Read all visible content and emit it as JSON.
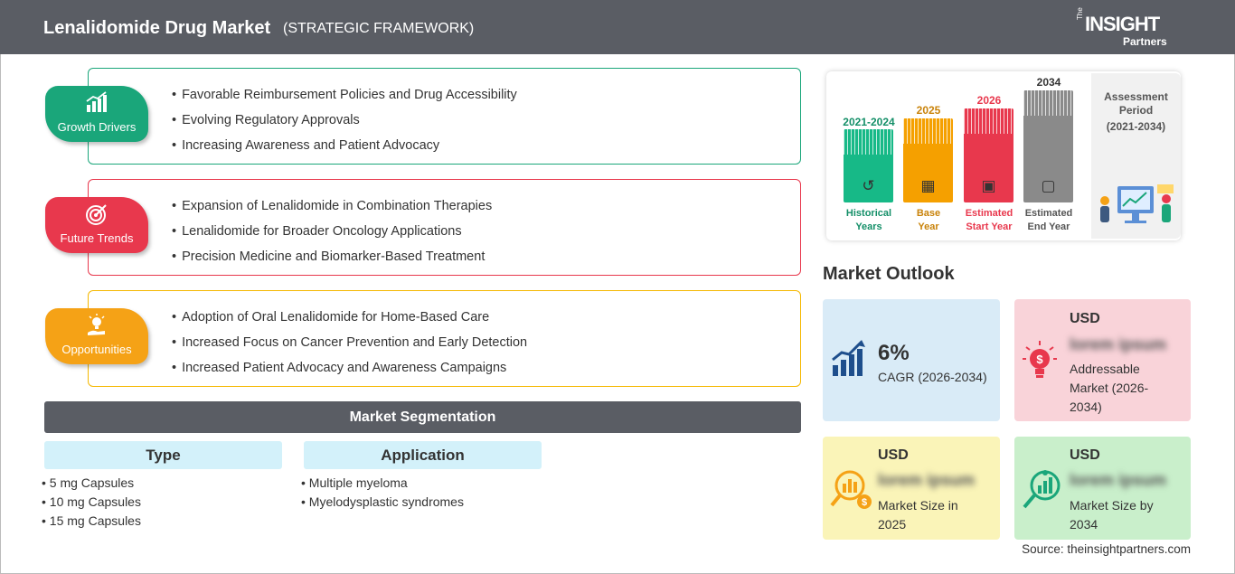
{
  "header": {
    "title": "Lenalidomide Drug Market",
    "subtitle": "(STRATEGIC FRAMEWORK)",
    "logo_small": "The",
    "logo_main": "INSIGHT",
    "logo_sub": "Partners"
  },
  "colors": {
    "header_bg": "#5a5d64",
    "growth": "#1aa67a",
    "trends": "#e8384d",
    "opportunities": "#f5a216",
    "historical": "#17b987",
    "base": "#f5a000",
    "start": "#e8384d",
    "end": "#8a8a8a"
  },
  "framework": [
    {
      "label": "Growth Drivers",
      "icon": "bar-growth-icon",
      "items": [
        "Favorable Reimbursement Policies and Drug Accessibility",
        "Evolving Regulatory Approvals",
        "Increasing Awareness and Patient Advocacy"
      ]
    },
    {
      "label": "Future Trends",
      "icon": "target-icon",
      "items": [
        "Expansion of Lenalidomide in Combination Therapies",
        "Lenalidomide for Broader Oncology Applications",
        "Precision Medicine and Biomarker-Based Treatment"
      ]
    },
    {
      "label": "Opportunities",
      "icon": "idea-hand-icon",
      "items": [
        "Adoption of Oral Lenalidomide for Home-Based Care",
        "Increased Focus on Cancer Prevention and Early Detection",
        "Increased Patient Advocacy and Awareness Campaigns"
      ]
    }
  ],
  "segmentation": {
    "title": "Market Segmentation",
    "type": {
      "heading": "Type",
      "items": [
        "5 mg Capsules",
        "10 mg Capsules",
        "15 mg Capsules"
      ]
    },
    "application": {
      "heading": "Application",
      "items": [
        "Multiple myeloma",
        "Myelodysplastic syndromes"
      ]
    }
  },
  "timeline": {
    "periods": [
      {
        "year": "2021-2024",
        "caption1": "Historical",
        "caption2": "Years",
        "icon": "history-icon"
      },
      {
        "year": "2025",
        "caption1": "Base",
        "caption2": "Year",
        "icon": "calendar-icon"
      },
      {
        "year": "2026",
        "caption1": "Estimated",
        "caption2": "Start Year",
        "icon": "chart-board-icon"
      },
      {
        "year": "2034",
        "caption1": "Estimated",
        "caption2": "End Year",
        "icon": "presentation-icon"
      }
    ],
    "assessment_label": "Assessment Period",
    "assessment_period": "(2021-2034)"
  },
  "outlook": {
    "title": "Market Outlook",
    "cagr": {
      "value": "6%",
      "label": "CAGR (2026-2034)"
    },
    "addressable": {
      "currency": "USD",
      "value": "lorem ipsum",
      "label": "Addressable Market (2026-2034)"
    },
    "size_2025": {
      "currency": "USD",
      "value": "lorem ipsum",
      "label": "Market Size in 2025"
    },
    "size_2034": {
      "currency": "USD",
      "value": "lorem ipsum",
      "label": "Market Size by 2034"
    }
  },
  "source": "Source: theinsightpartners.com"
}
